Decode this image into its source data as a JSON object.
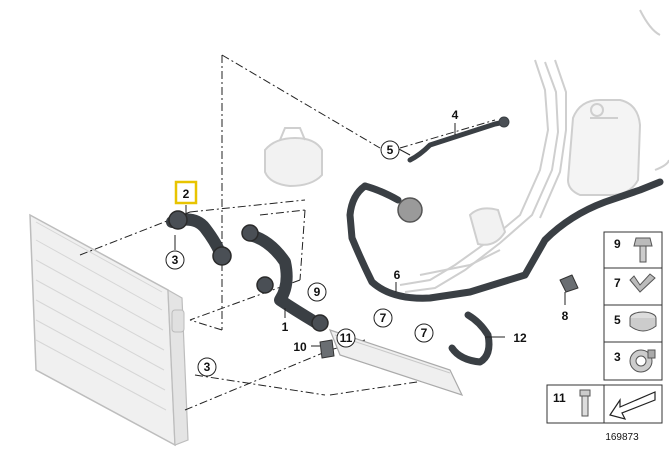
{
  "callouts": {
    "p2": "2",
    "p3a": "3",
    "p3b": "3",
    "p4": "4",
    "p5": "5",
    "p6": "6",
    "p7a": "7",
    "p7b": "7",
    "p8": "8",
    "p9": "9",
    "p10": "10",
    "p11": "11",
    "p12": "12",
    "p1": "1"
  },
  "legend": {
    "items": [
      "9",
      "7",
      "5",
      "3"
    ],
    "bottom_item": "11"
  },
  "catalog_number": "169873",
  "colors": {
    "highlight": "#e8c400",
    "hose": "#3a3f44",
    "ghost_part": "#d9d9d9",
    "line": "#222222"
  }
}
